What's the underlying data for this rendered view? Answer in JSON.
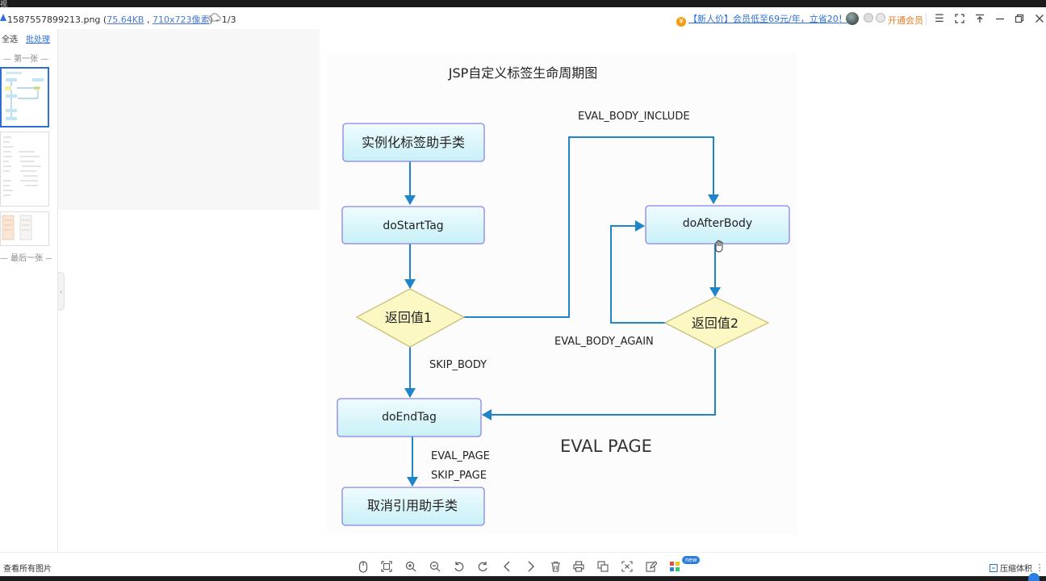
{
  "titlebar": {
    "file_name": "1587557899213.png",
    "open_paren": " (",
    "file_size": "75.64KB",
    "comma": " , ",
    "dimensions": "710x723像素",
    "close_paren": ")",
    "page_counter": " - 1/3",
    "promo_text": "【新人价】会员低至69元/年，立省20！",
    "vip_label": "开通会员"
  },
  "sidebar": {
    "select_all": "全选",
    "batch": "批处理",
    "first_label": "— 第一张 —",
    "last_label": "— 最后一张 —"
  },
  "diagram": {
    "title": "JSP自定义标签生命周期图",
    "nodes": {
      "instantiate": "实例化标签助手类",
      "do_start_tag": "doStartTag",
      "return_1": "返回值1",
      "do_after_body": "doAfterBody",
      "return_2": "返回值2",
      "do_end_tag": "doEndTag",
      "release": "取消引用助手类"
    },
    "labels": {
      "eval_body_include": "EVAL_BODY_INCLUDE",
      "eval_body_again": "EVAL_BODY_AGAIN",
      "skip_body": "SKIP_BODY",
      "eval_page_small": "EVAL_PAGE",
      "skip_page": "SKIP_PAGE",
      "eval_page_big": "EVAL PAGE"
    },
    "colors": {
      "box_fill": "#d9f6fb",
      "box_stroke": "#8b83e8",
      "diamond_fill": "#fbf8c4",
      "diamond_stroke": "#c9c07a",
      "arrow": "#1f84c8"
    }
  },
  "bottombar": {
    "view_all": "查看所有图片",
    "compress": "压缩体积",
    "new_badge": "new",
    "tools": [
      "mouse-icon",
      "fit-icon",
      "zoom-in-icon",
      "zoom-out-icon",
      "rotate-left-icon",
      "rotate-right-icon",
      "prev-icon",
      "next-icon",
      "delete-icon",
      "print-icon",
      "copy-icon",
      "crop-icon",
      "edit-icon",
      "apps-icon"
    ]
  }
}
